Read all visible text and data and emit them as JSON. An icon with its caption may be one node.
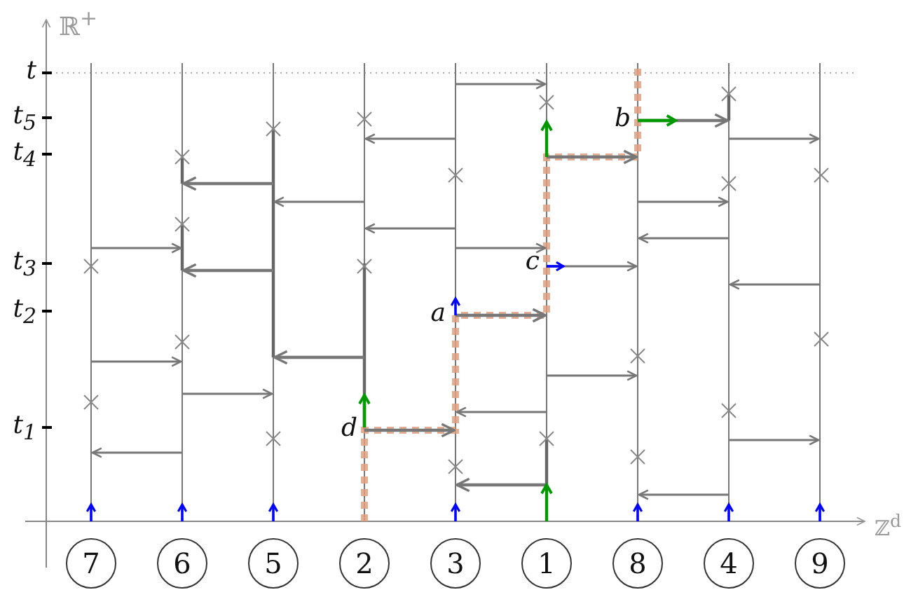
{
  "diagram": {
    "nodes": [
      {
        "text": [
          "7"
        ]
      },
      {
        "text": [
          "6"
        ]
      },
      {
        "text": [
          "5"
        ]
      },
      {
        "text": [
          "2"
        ]
      },
      {
        "text": [
          "3"
        ]
      },
      {
        "text": [
          "1"
        ]
      },
      {
        "text": [
          "8"
        ]
      },
      {
        "text": [
          "4"
        ]
      },
      {
        "text": [
          "9"
        ]
      }
    ],
    "labels": [
      "ℝ$^{+}$",
      "t",
      "t$_{5}$",
      "t$_{4}$",
      "t$_{3}$",
      "t$_{2}$",
      "t$_{1}$",
      "a",
      "b",
      "c",
      "d",
      "ℤ$^{d}$"
    ]
  }
}
